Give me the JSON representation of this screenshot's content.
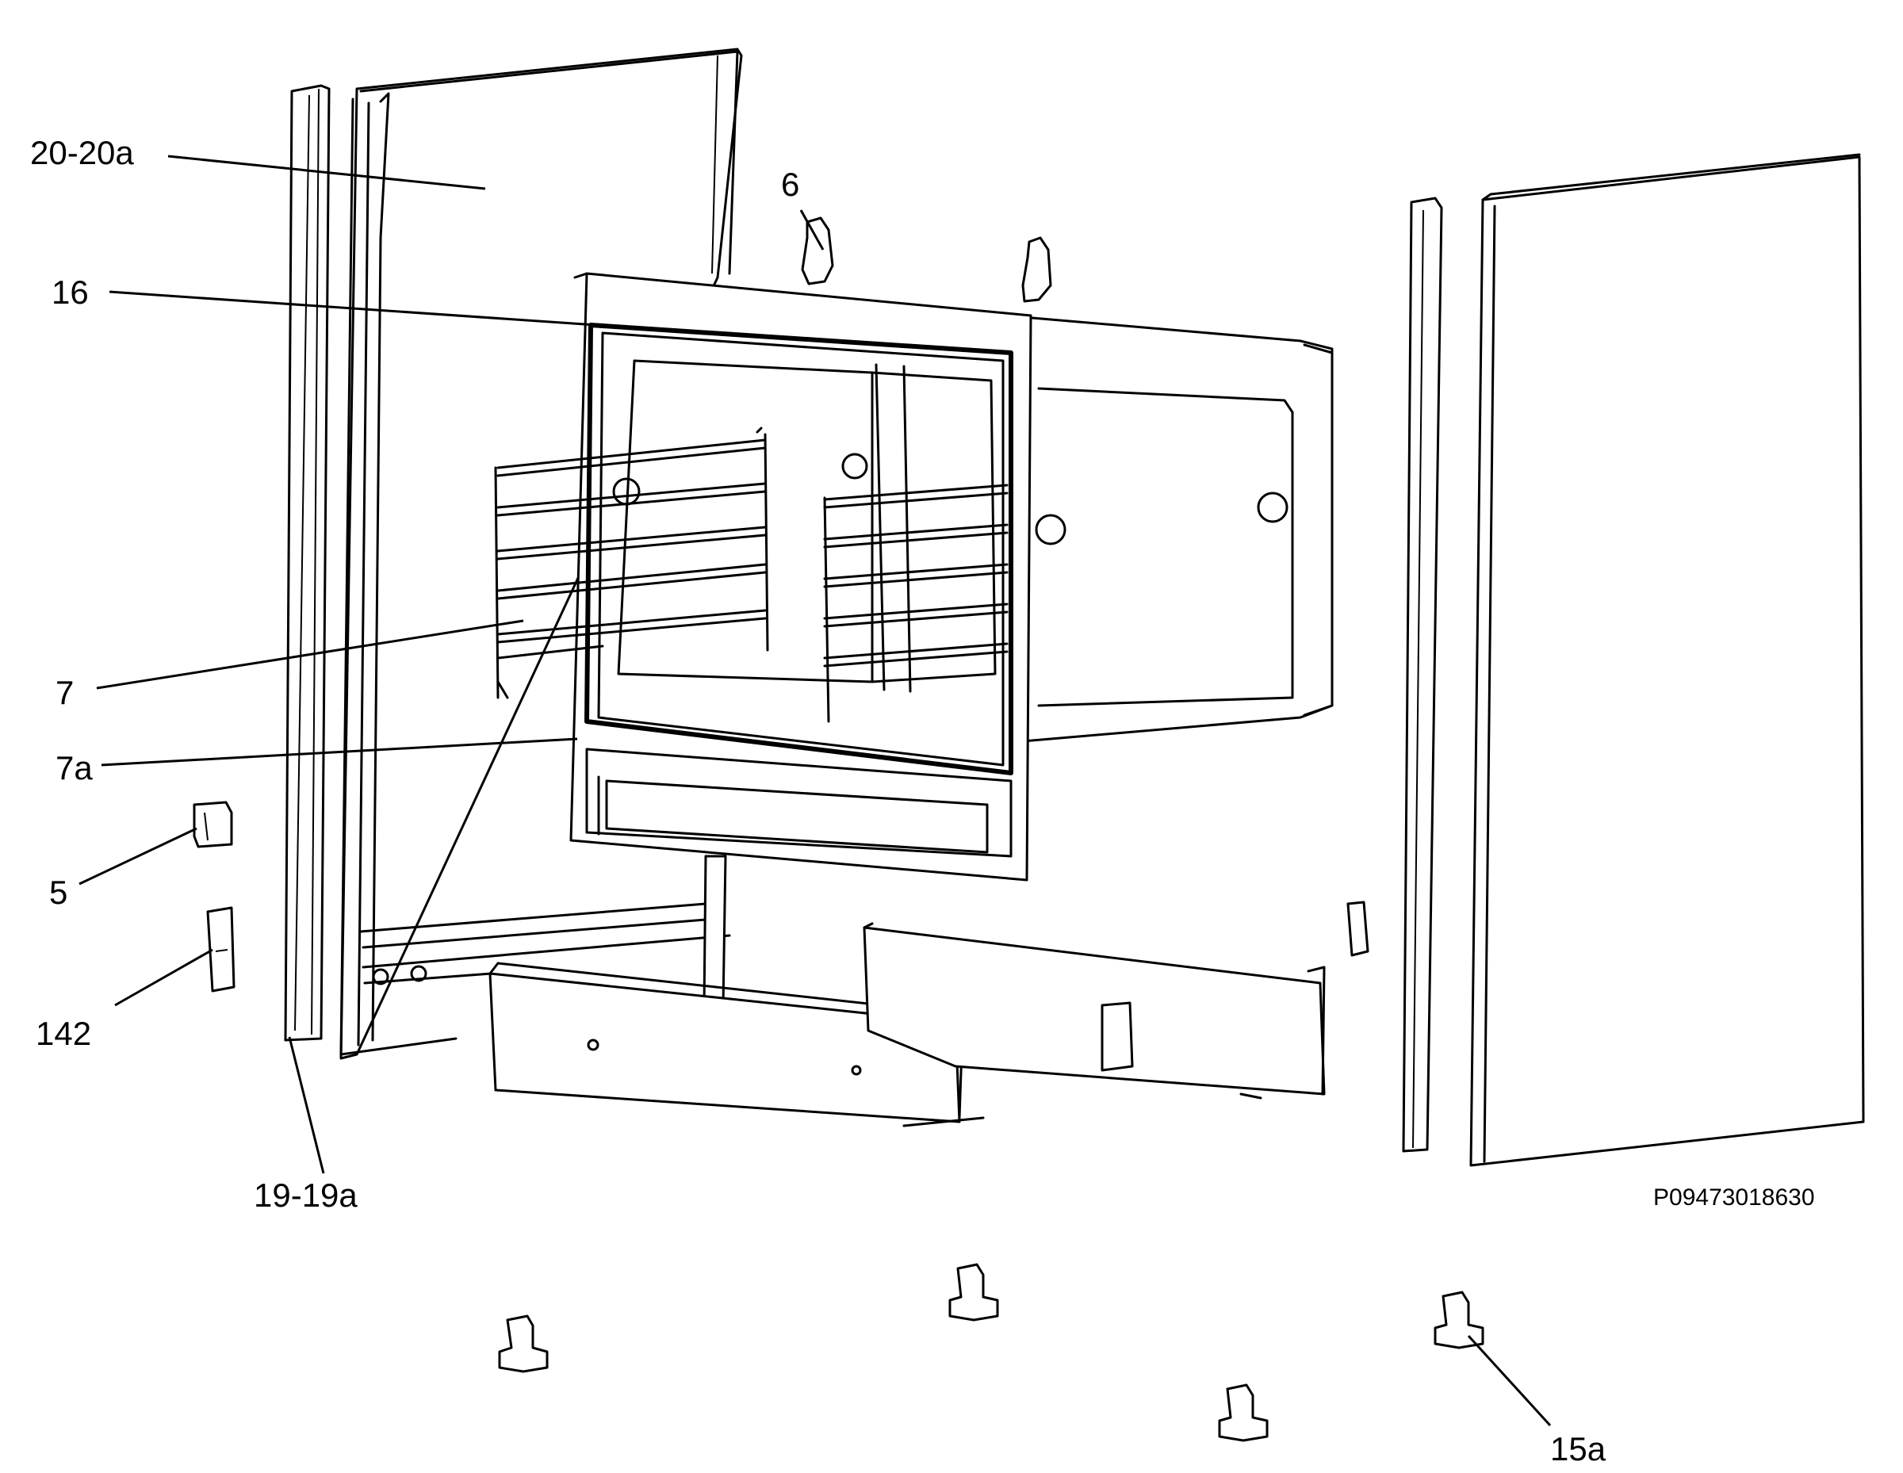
{
  "diagram": {
    "drawing_code": "P09473018630",
    "callouts": [
      {
        "id": "20-20a",
        "label": "20-20a"
      },
      {
        "id": "16",
        "label": "16"
      },
      {
        "id": "6",
        "label": "6"
      },
      {
        "id": "7",
        "label": "7"
      },
      {
        "id": "7a",
        "label": "7a"
      },
      {
        "id": "5",
        "label": "5"
      },
      {
        "id": "142",
        "label": "142"
      },
      {
        "id": "19-19a",
        "label": "19-19a"
      },
      {
        "id": "15a",
        "label": "15a"
      }
    ]
  }
}
